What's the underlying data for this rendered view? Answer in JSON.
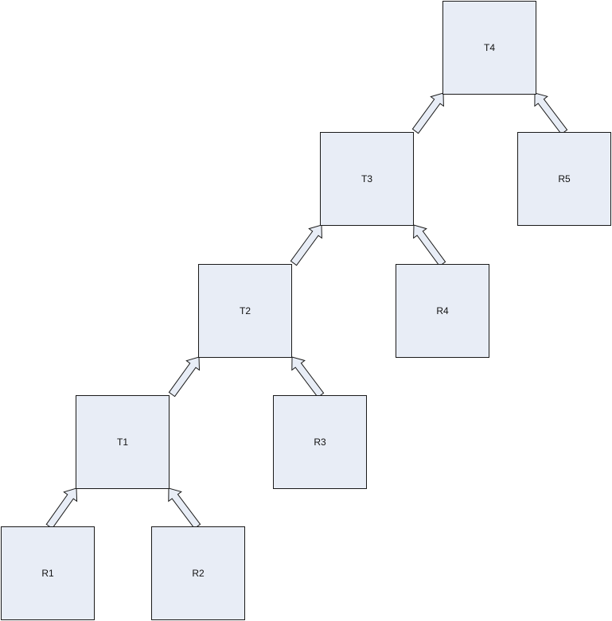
{
  "diagram": {
    "nodes": [
      {
        "id": "T4",
        "label": "T4"
      },
      {
        "id": "T3",
        "label": "T3"
      },
      {
        "id": "R5",
        "label": "R5"
      },
      {
        "id": "T2",
        "label": "T2"
      },
      {
        "id": "R4",
        "label": "R4"
      },
      {
        "id": "T1",
        "label": "T1"
      },
      {
        "id": "R3",
        "label": "R3"
      },
      {
        "id": "R1",
        "label": "R1"
      },
      {
        "id": "R2",
        "label": "R2"
      }
    ],
    "edges": [
      {
        "from": "R1",
        "to": "T1"
      },
      {
        "from": "R2",
        "to": "T1"
      },
      {
        "from": "T1",
        "to": "T2"
      },
      {
        "from": "R3",
        "to": "T2"
      },
      {
        "from": "T2",
        "to": "T3"
      },
      {
        "from": "R4",
        "to": "T3"
      },
      {
        "from": "T3",
        "to": "T4"
      },
      {
        "from": "R5",
        "to": "T4"
      }
    ],
    "colors": {
      "node_fill": "#e8edf6",
      "stroke": "#1a1a1a"
    }
  }
}
